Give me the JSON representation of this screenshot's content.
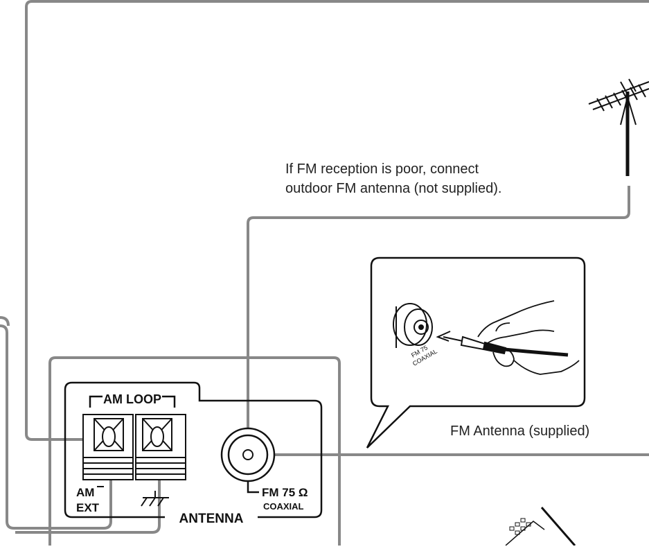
{
  "captions": {
    "outdoor_line1": "If FM reception is poor, connect",
    "outdoor_line2": "outdoor FM antenna (not supplied).",
    "fm_antenna_supplied": "FM Antenna (supplied)"
  },
  "panel": {
    "am_loop": "AM LOOP",
    "am": "AM",
    "ext": "EXT",
    "antenna": "ANTENNA",
    "fm75": "FM 75 Ω",
    "coaxial": "COAXIAL"
  },
  "callout": {
    "jack_fm": "FM 75",
    "jack_coaxial": "COAXIAL"
  },
  "colors": {
    "cable": "#888888",
    "outline": "#111111"
  }
}
